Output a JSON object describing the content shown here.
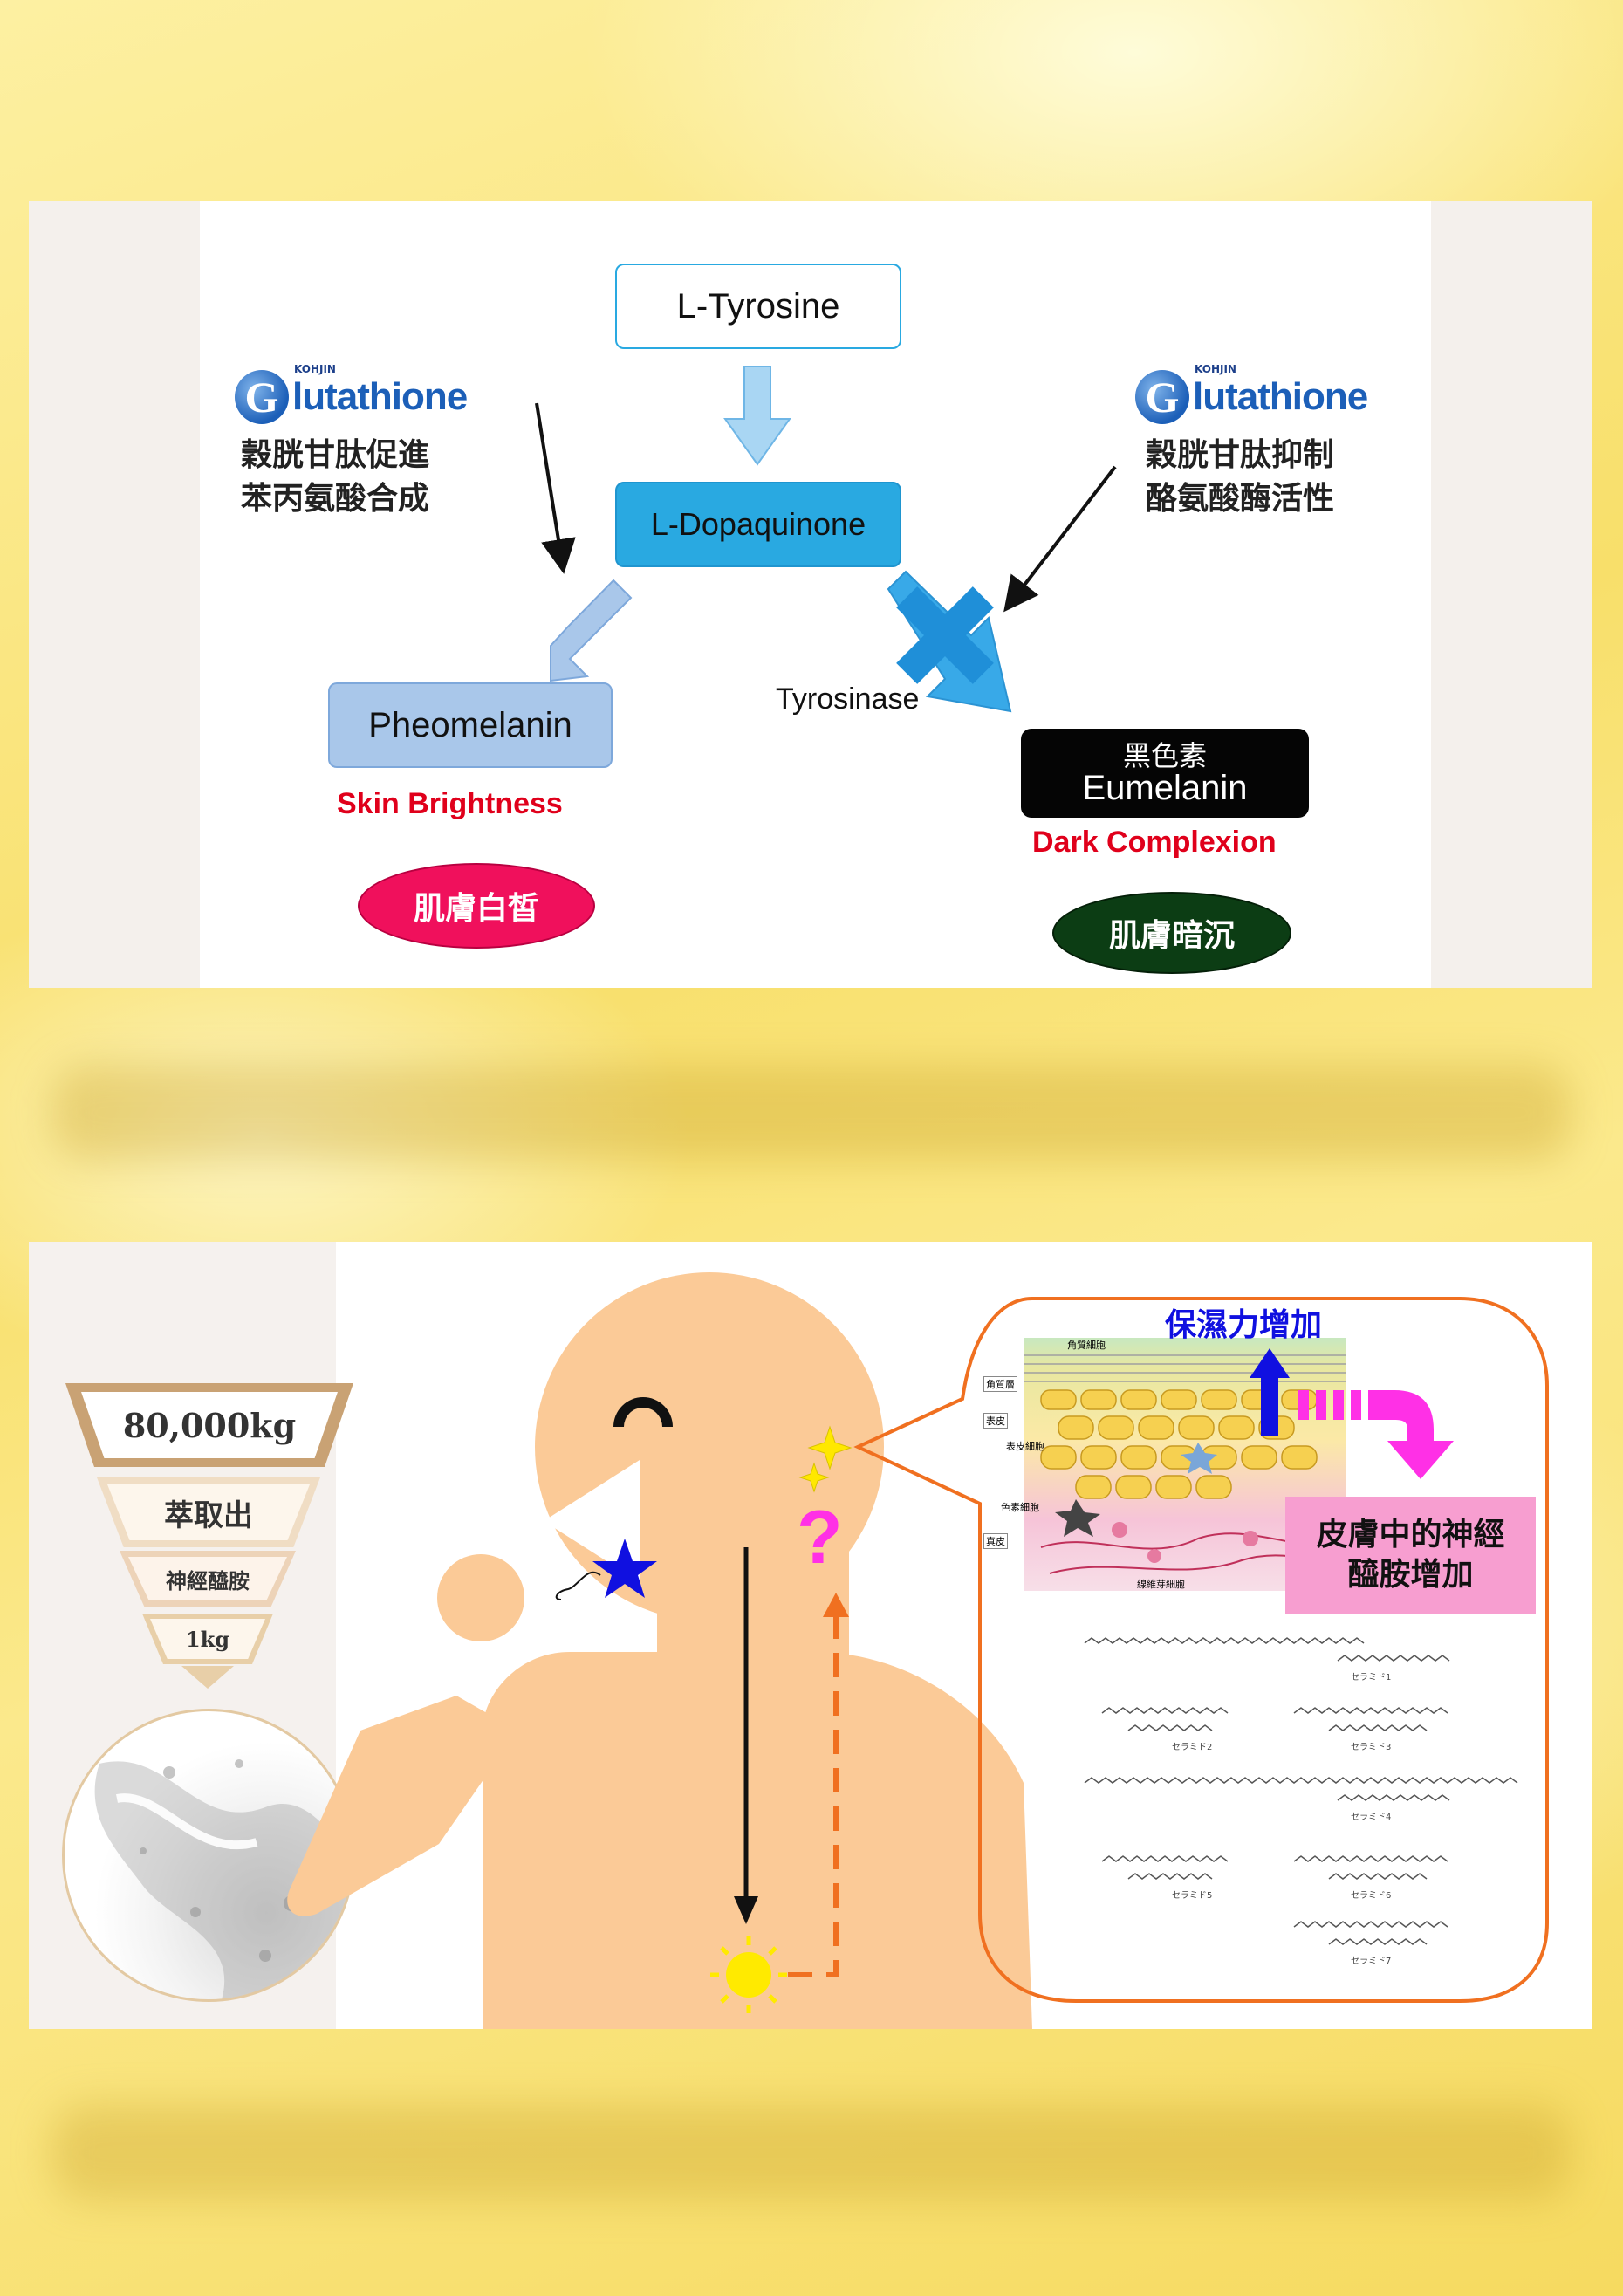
{
  "diagram1": {
    "tyrosine": "L-Tyrosine",
    "dopaquinone": "L-Dopaquinone",
    "pheomelanin": "Pheomelanin",
    "eumelanin_cn": "黑色素",
    "eumelanin": "Eumelanin",
    "tyrosinase": "Tyrosinase",
    "skin_brightness": "Skin Brightness",
    "dark_complexion": "Dark Complexion",
    "pill_bright": "肌膚白皙",
    "pill_dark": "肌膚暗沉",
    "logo_brand_small": "KOHJIN",
    "logo_g": "G",
    "logo_word": "lutathione",
    "left_note_line1": "穀胱甘肽促進",
    "left_note_line2": "苯丙氨酸合成",
    "right_note_line1": "穀胱甘肽抑制",
    "right_note_line2": "酪氨酸酶活性",
    "colors": {
      "light_blue_box": "#29a9e1",
      "pheomelanin_box": "#a9c7ea",
      "pill_bright": "#f0105c",
      "pill_dark": "#0c3d14",
      "cross": "#1f8fd8"
    }
  },
  "diagram2": {
    "funnel": [
      "80,000kg",
      "萃取出",
      "神經醯胺",
      "1kg"
    ],
    "moisture": "保濕力增加",
    "ceramide_increase_line1": "皮膚中的神經",
    "ceramide_increase_line2": "醯胺增加",
    "question": "?",
    "skin_labels": [
      "角質細胞",
      "角質層",
      "表皮",
      "表皮細胞",
      "色素細胞",
      "真皮",
      "線維芽細胞"
    ],
    "structure_labels": [
      "セラミド1",
      "セラミド2",
      "セラミド3",
      "セラミド4",
      "セラミド5",
      "セラミド6",
      "セラミド7"
    ],
    "colors": {
      "body": "#fbca97",
      "outline": "#f07020",
      "pink_box": "#f79ed0",
      "magenta": "#ff30e6",
      "blue": "#1010e0"
    }
  }
}
